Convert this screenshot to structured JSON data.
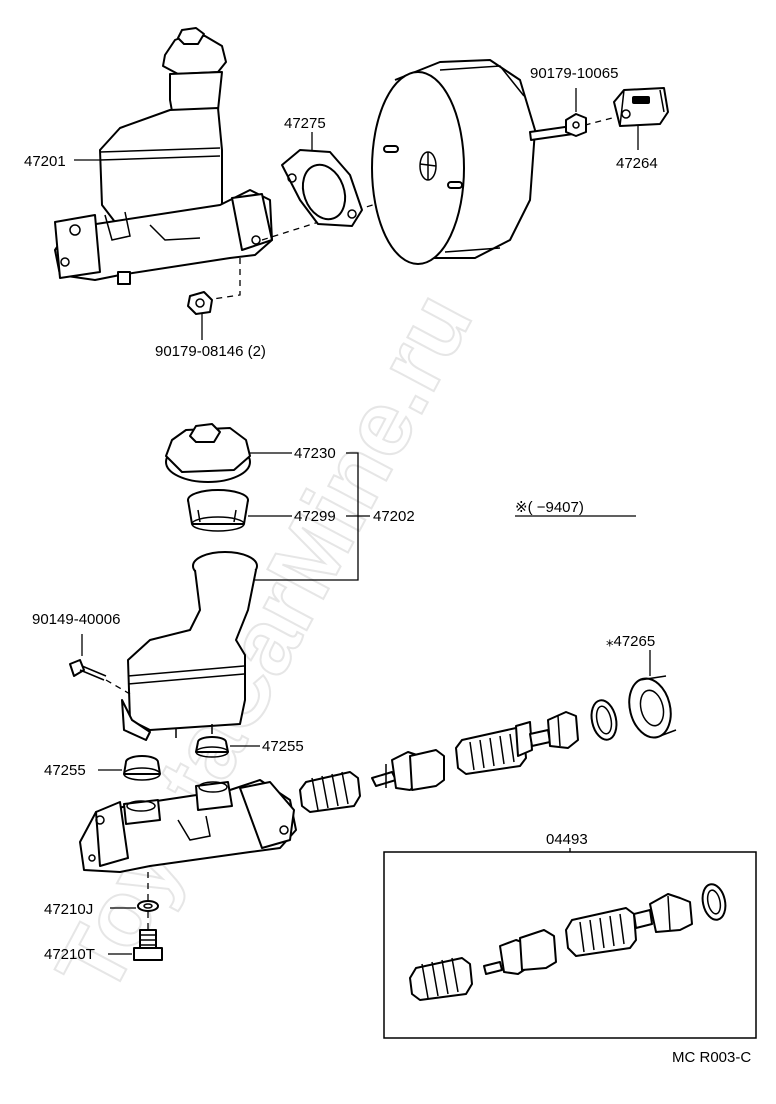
{
  "watermark": "ToyotaCarMine.ru",
  "labels": {
    "reservoir_assy_top": "47201",
    "gasket_flange": "47275",
    "pin_nut_top": "90179-10065",
    "clevis": "47264",
    "nut_bottom": "90179-08146 (2)",
    "cap": "47230",
    "strainer": "47299",
    "reservoir_sub_assy": "47202",
    "note_date_range": "※(        −9407)",
    "screw": "90149-40006",
    "grommet_right": "47255",
    "grommet_left": "47255",
    "seal_boot": "⁎47265",
    "kit": "04493",
    "gasket_union": "47210J",
    "union_bolt": "47210T",
    "diagram_code": "MC R003-C"
  },
  "icons": {
    "master_cylinder_top": "master-cylinder-assembly",
    "brake_booster": "brake-booster",
    "master_cylinder_bottom": "master-cylinder-body",
    "piston_kit": "piston-kit"
  }
}
